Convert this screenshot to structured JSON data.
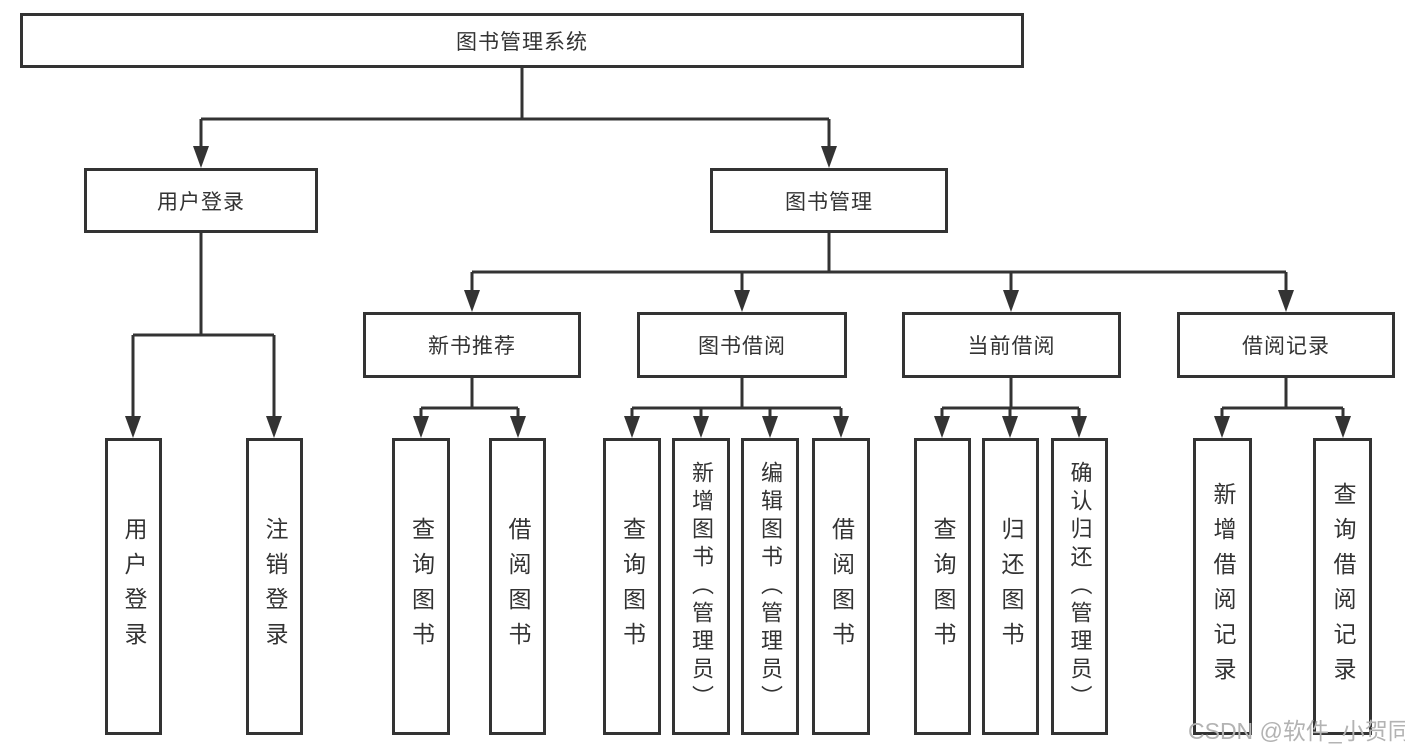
{
  "diagram": {
    "root": {
      "label": "图书管理系统"
    },
    "branches": [
      {
        "label": "用户登录",
        "children": [
          {
            "label": "用户登录"
          },
          {
            "label": "注销登录"
          }
        ]
      },
      {
        "label": "图书管理",
        "children": [
          {
            "label": "新书推荐",
            "children": [
              {
                "label": "查询图书"
              },
              {
                "label": "借阅图书"
              }
            ]
          },
          {
            "label": "图书借阅",
            "children": [
              {
                "label": "查询图书"
              },
              {
                "label": "新增图书（管理员）"
              },
              {
                "label": "编辑图书（管理员）"
              },
              {
                "label": "借阅图书"
              }
            ]
          },
          {
            "label": "当前借阅",
            "children": [
              {
                "label": "查询图书"
              },
              {
                "label": "归还图书"
              },
              {
                "label": "确认归还（管理员）"
              }
            ]
          },
          {
            "label": "借阅记录",
            "children": [
              {
                "label": "新增借阅记录"
              },
              {
                "label": "查询借阅记录"
              }
            ]
          }
        ]
      }
    ]
  },
  "watermark": {
    "text": "CSDN @软件_小贺同学"
  },
  "colors": {
    "line": "#333333",
    "box_border": "#333333",
    "box_fill": "#ffffff",
    "text": "#333333",
    "watermark_text": "#b3b3b3",
    "background": "#ffffff"
  }
}
